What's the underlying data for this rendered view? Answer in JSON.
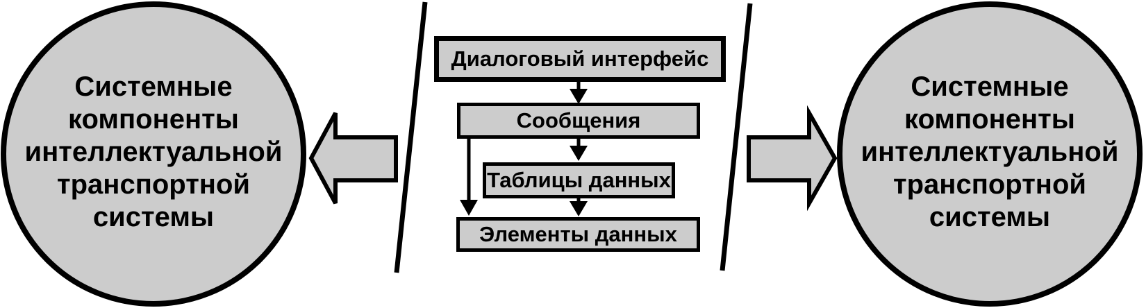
{
  "diagram": {
    "colors": {
      "fill": "#cccccc",
      "stroke": "#000000",
      "text": "#000000",
      "background": "#ffffff"
    },
    "left_circle": {
      "lines": [
        "Системные",
        "компоненты",
        "интеллектуальной",
        "транспортной",
        "системы"
      ]
    },
    "right_circle": {
      "lines": [
        "Системные",
        "компоненты",
        "интеллектуальной",
        "транспортной",
        "системы"
      ]
    },
    "boxes": [
      {
        "label": "Диалоговый интерфейс"
      },
      {
        "label": "Сообщения"
      },
      {
        "label": "Таблицы данных"
      },
      {
        "label": "Элементы данных"
      }
    ]
  }
}
